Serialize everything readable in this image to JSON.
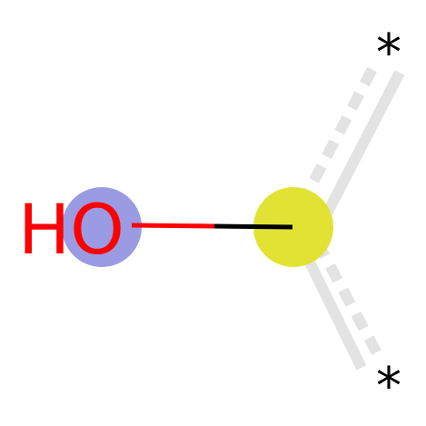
{
  "molecule": {
    "atoms": [
      {
        "label": "HO",
        "color": "#ff0000",
        "highlight_color": "#9b9be3"
      },
      {
        "label": "",
        "color": "#000000",
        "highlight_color": "#e2e234"
      },
      {
        "label": "*",
        "color": "#000000"
      },
      {
        "label": "*",
        "color": "#000000"
      }
    ],
    "bonds": [
      {
        "type": "single",
        "colors": [
          "#ff0000",
          "#000000"
        ]
      },
      {
        "type": "single",
        "style": "highlight",
        "color": "#e3e3e3"
      },
      {
        "type": "double-dashed",
        "style": "highlight",
        "color": "#e3e3e3"
      }
    ]
  }
}
